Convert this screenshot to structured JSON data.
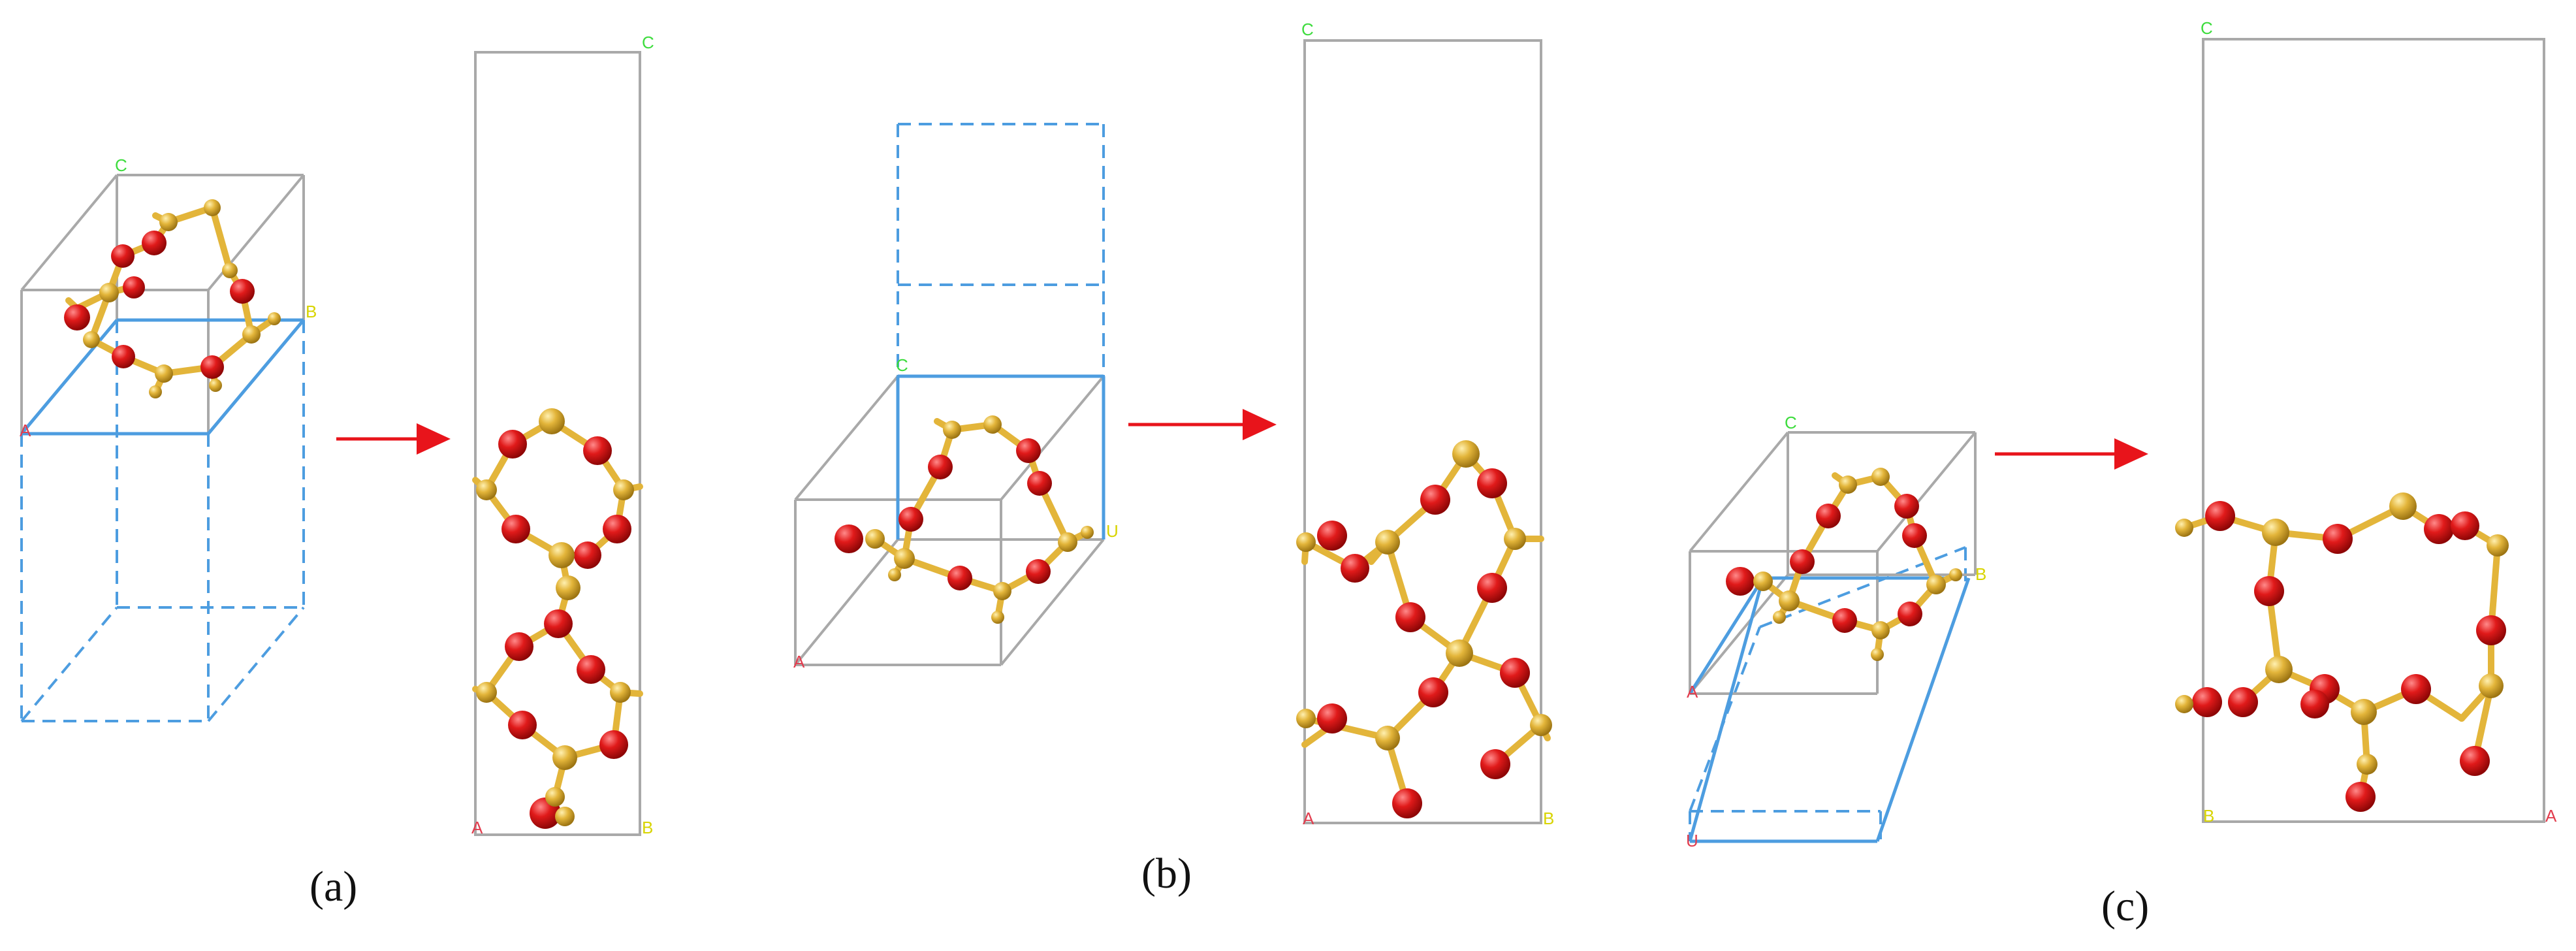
{
  "figure": {
    "panels": [
      {
        "id": "a",
        "label": "(a)",
        "before": {
          "axes": {
            "a": "A",
            "b": "B",
            "c": "C"
          }
        },
        "after": {
          "axes": {
            "a": "A",
            "b": "B",
            "c": "C"
          }
        }
      },
      {
        "id": "b",
        "label": "(b)",
        "before": {
          "axes": {
            "a": "A",
            "u": "U",
            "c": "C"
          }
        },
        "after": {
          "axes": {
            "a": "A",
            "b": "B",
            "c": "C"
          }
        }
      },
      {
        "id": "c",
        "label": "(c)",
        "before": {
          "axes": {
            "a": "A",
            "b": "B",
            "c": "C",
            "u": "U"
          }
        },
        "after": {
          "axes": {
            "a": "A",
            "b": "B",
            "c": "C"
          }
        }
      }
    ],
    "colors": {
      "cell_edge": "#a9a9a9",
      "supercell_edge": "#4d9de0",
      "arrow": "#e8141b",
      "atom_si": "#e3b53a",
      "atom_o": "#e01a1a",
      "axis_a": "#e23d4e",
      "axis_b": "#d8d400",
      "axis_c": "#3ddc3d"
    }
  }
}
